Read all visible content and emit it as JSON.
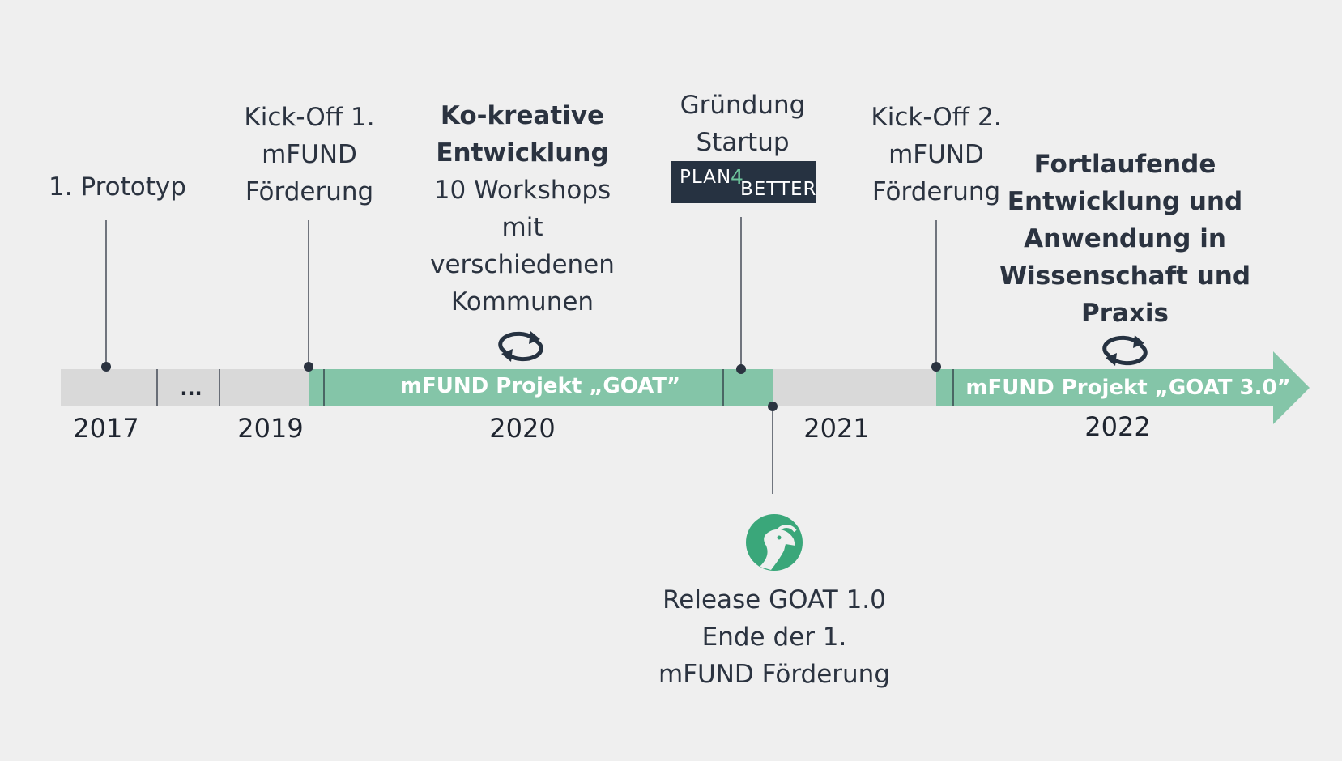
{
  "colors": {
    "background": "#efefef",
    "bar_gray": "#d9d9d9",
    "bar_green": "#84c5a8",
    "text": "#2b3340",
    "goat_logo": "#3aa77a",
    "plan4better_bg": "#263241"
  },
  "ellipsis": "...",
  "years": [
    "2017",
    "2019",
    "2020",
    "2021",
    "2022"
  ],
  "bars": {
    "goat_label": "mFUND Projekt „GOAT”",
    "goat3_label": "mFUND Projekt „GOAT 3.0”"
  },
  "milestones": {
    "prototype": "1. Prototyp",
    "kickoff1": [
      "Kick-Off 1.",
      "mFUND",
      "Förderung"
    ],
    "cocreative_bold": [
      "Ko-kreative",
      "Entwicklung"
    ],
    "cocreative_text": [
      "10 Workshops",
      "mit",
      "verschiedenen",
      "Kommunen"
    ],
    "startup": [
      "Gründung",
      "Startup"
    ],
    "kickoff2": [
      "Kick-Off 2.",
      "mFUND",
      "Förderung"
    ],
    "ongoing": [
      "Fortlaufende",
      "Entwicklung und",
      "Anwendung in",
      "Wissenschaft und",
      "Praxis"
    ],
    "release": [
      "Release GOAT 1.0",
      "Ende der 1.",
      "mFUND Förderung"
    ]
  },
  "logos": {
    "plan4better": {
      "part1": "PLAN",
      "part2": "4",
      "part3": "BETTER"
    },
    "goat_icon": "goat-icon"
  },
  "icons": {
    "cycle": "cycle-arrows-icon"
  }
}
